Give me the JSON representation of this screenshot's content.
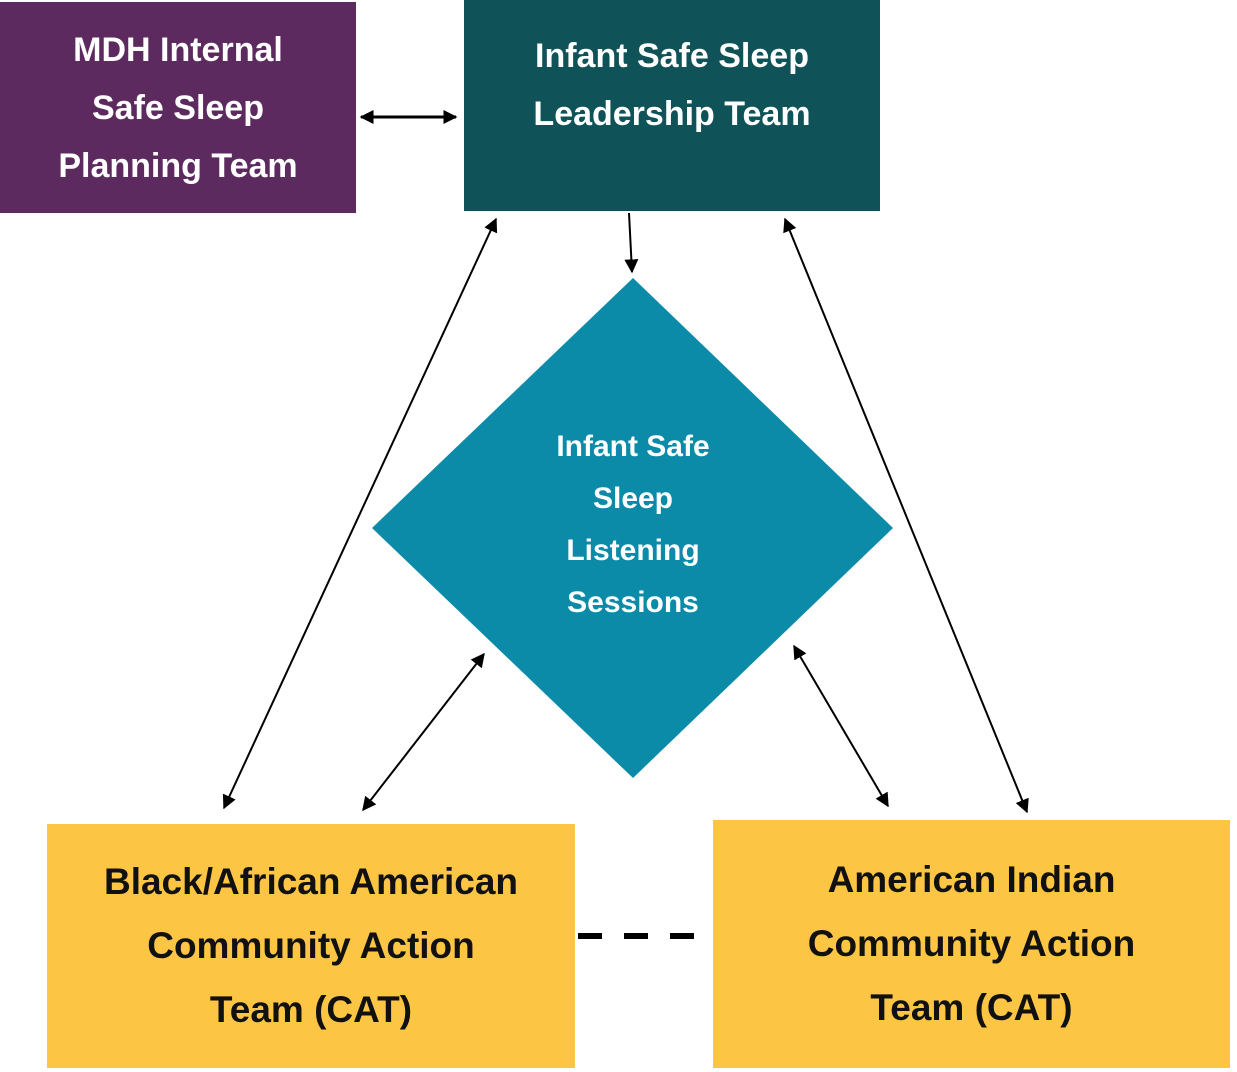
{
  "colors": {
    "mdh_planning": "#5c2a5e",
    "leadership": "#0f5257",
    "listening": "#0b8ba8",
    "cat": "#fcc544",
    "arrow": "#000000"
  },
  "nodes": {
    "mdh_planning": {
      "lines": [
        "MDH Internal",
        "Safe Sleep",
        "Planning Team"
      ]
    },
    "leadership": {
      "lines": [
        "Infant Safe Sleep",
        "Leadership Team"
      ]
    },
    "listening": {
      "lines": [
        "Infant Safe",
        "Sleep",
        "Listening",
        "Sessions"
      ]
    },
    "black_cat": {
      "lines": [
        "Black/African American",
        "Community Action",
        "Team (CAT)"
      ]
    },
    "american_indian_cat": {
      "lines": [
        "American Indian",
        "Community Action",
        "Team (CAT)"
      ]
    }
  },
  "edges": [
    {
      "from": "mdh_planning",
      "to": "leadership",
      "type": "bidirectional"
    },
    {
      "from": "leadership",
      "to": "listening",
      "type": "directed"
    },
    {
      "from": "leadership",
      "to": "black_cat",
      "type": "bidirectional"
    },
    {
      "from": "leadership",
      "to": "american_indian_cat",
      "type": "bidirectional"
    },
    {
      "from": "listening",
      "to": "black_cat",
      "type": "bidirectional"
    },
    {
      "from": "listening",
      "to": "american_indian_cat",
      "type": "bidirectional"
    },
    {
      "from": "black_cat",
      "to": "american_indian_cat",
      "type": "dashed"
    }
  ]
}
